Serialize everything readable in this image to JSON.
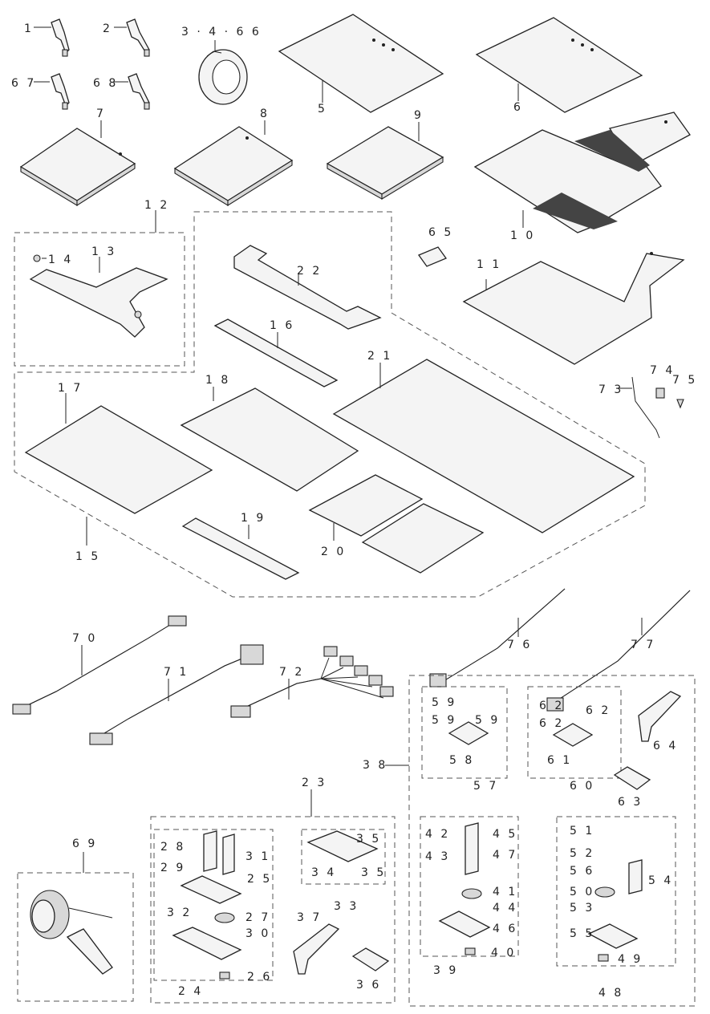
{
  "diagram": {
    "part_labels": {
      "p1": "1",
      "p2": "2",
      "p3": "3 · 4 · 6 6",
      "p5": "5",
      "p6": "6",
      "p67": "6 7",
      "p68": "6 8",
      "p7": "7",
      "p8": "8",
      "p9": "9",
      "p10": "1 0",
      "p11": "1 1",
      "p12": "1 2",
      "p13": "1 3",
      "p14": "1 4",
      "p15": "1 5",
      "p16": "1 6",
      "p17": "1 7",
      "p18": "1 8",
      "p19": "1 9",
      "p20": "2 0",
      "p21": "2 1",
      "p22": "2 2",
      "p23": "2 3",
      "p24": "2 4",
      "p25": "2 5",
      "p26": "2 6",
      "p27": "2 7",
      "p28": "2 8",
      "p29": "2 9",
      "p30": "3 0",
      "p31": "3 1",
      "p32": "3 2",
      "p33": "3 3",
      "p34": "3 4",
      "p35a": "3 5",
      "p35b": "3 5",
      "p36": "3 6",
      "p37": "3 7",
      "p38": "3 8",
      "p39": "3 9",
      "p40": "4 0",
      "p41": "4 1",
      "p42": "4 2",
      "p43": "4 3",
      "p44": "4 4",
      "p45": "4 5",
      "p46": "4 6",
      "p47": "4 7",
      "p48": "4 8",
      "p49": "4 9",
      "p50": "5 0",
      "p51": "5 1",
      "p52": "5 2",
      "p53": "5 3",
      "p54": "5 4",
      "p55": "5 5",
      "p56": "5 6",
      "p57": "5 7",
      "p58": "5 8",
      "p59a": "5 9",
      "p59b": "5 9",
      "p59c": "5 9",
      "p60": "6 0",
      "p61": "6 1",
      "p62a": "6 2",
      "p62b": "6 2",
      "p62c": "6 2",
      "p63": "6 3",
      "p64": "6 4",
      "p65": "6 5",
      "p69": "6 9",
      "p70": "7 0",
      "p71": "7 1",
      "p72": "7 2",
      "p73": "7 3",
      "p74": "7 4",
      "p75": "7 5",
      "p76": "7 6",
      "p77": "7 7"
    }
  }
}
